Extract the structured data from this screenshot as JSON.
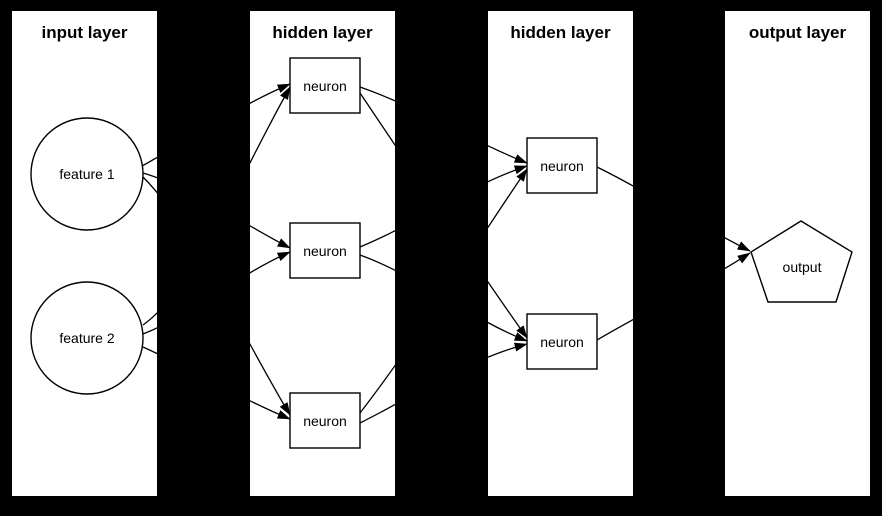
{
  "diagram": {
    "type": "neural-network-graph",
    "background_color": "#000000",
    "panel_color": "#ffffff",
    "line_color": "#000000",
    "layers": [
      {
        "title": "input layer",
        "nodes": [
          {
            "id": "feature1",
            "label": "feature 1",
            "shape": "circle"
          },
          {
            "id": "feature2",
            "label": "feature 2",
            "shape": "circle"
          }
        ]
      },
      {
        "title": "hidden layer",
        "nodes": [
          {
            "id": "h1n1",
            "label": "neuron",
            "shape": "box"
          },
          {
            "id": "h1n2",
            "label": "neuron",
            "shape": "box"
          },
          {
            "id": "h1n3",
            "label": "neuron",
            "shape": "box"
          }
        ]
      },
      {
        "title": "hidden layer",
        "nodes": [
          {
            "id": "h2n1",
            "label": "neuron",
            "shape": "box"
          },
          {
            "id": "h2n2",
            "label": "neuron",
            "shape": "box"
          }
        ]
      },
      {
        "title": "output layer",
        "nodes": [
          {
            "id": "output",
            "label": "output",
            "shape": "pentagon"
          }
        ]
      }
    ],
    "edges": [
      {
        "from": "feature1",
        "to": "h1n1"
      },
      {
        "from": "feature1",
        "to": "h1n2"
      },
      {
        "from": "feature1",
        "to": "h1n3"
      },
      {
        "from": "feature2",
        "to": "h1n1"
      },
      {
        "from": "feature2",
        "to": "h1n2"
      },
      {
        "from": "feature2",
        "to": "h1n3"
      },
      {
        "from": "h1n1",
        "to": "h2n1"
      },
      {
        "from": "h1n1",
        "to": "h2n2"
      },
      {
        "from": "h1n2",
        "to": "h2n1"
      },
      {
        "from": "h1n2",
        "to": "h2n2"
      },
      {
        "from": "h1n3",
        "to": "h2n1"
      },
      {
        "from": "h1n3",
        "to": "h2n2"
      },
      {
        "from": "h2n1",
        "to": "output"
      },
      {
        "from": "h2n2",
        "to": "output"
      }
    ]
  }
}
